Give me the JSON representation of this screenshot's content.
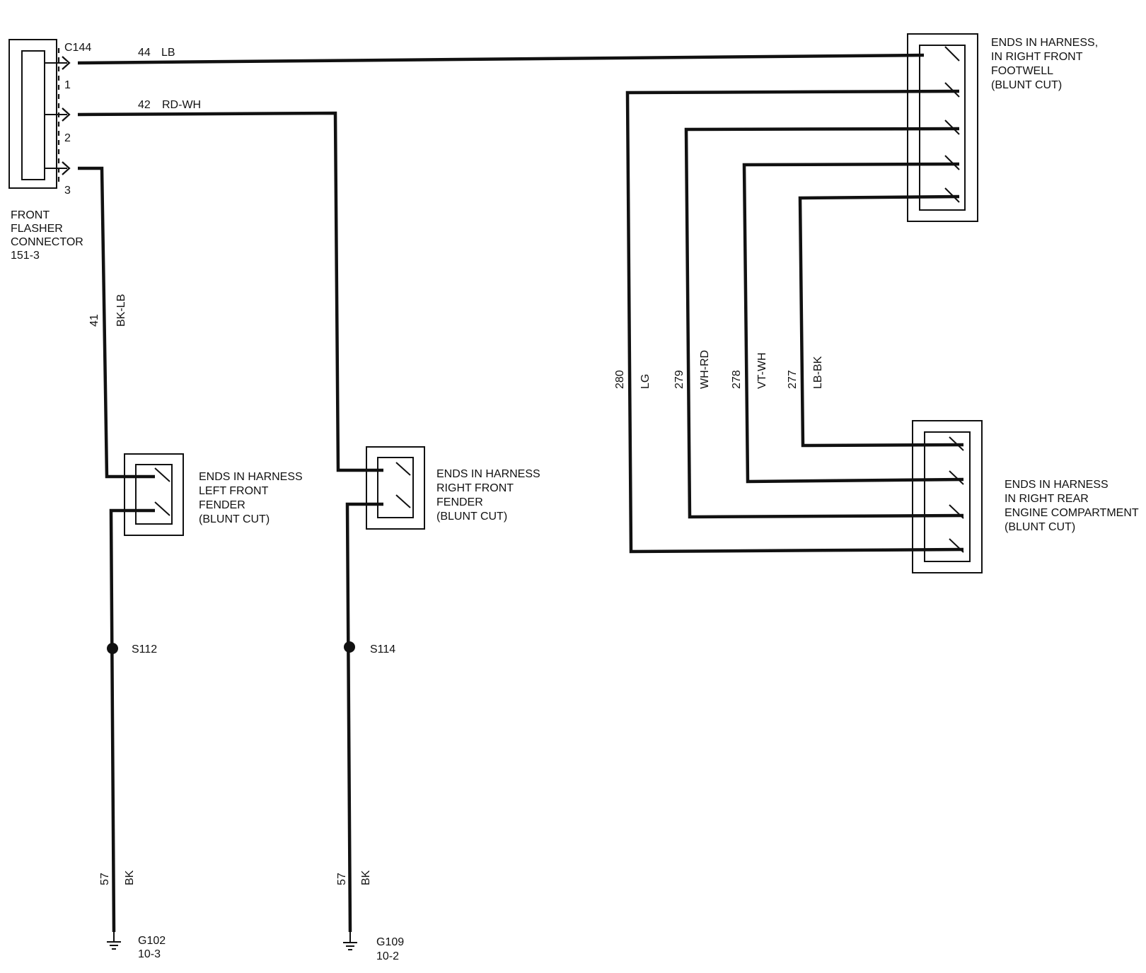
{
  "flasher_connector": {
    "id": "C144",
    "pins": [
      "1",
      "2",
      "3"
    ],
    "label_lines": [
      "FRONT",
      "FLASHER",
      "CONNECTOR",
      "151-3"
    ]
  },
  "wires": {
    "w44": {
      "circuit": "44",
      "color": "LB"
    },
    "w42": {
      "circuit": "42",
      "color": "RD-WH"
    },
    "w41": {
      "circuit": "41",
      "color": "BK-LB"
    },
    "w57a": {
      "circuit": "57",
      "color": "BK"
    },
    "w57b": {
      "circuit": "57",
      "color": "BK"
    },
    "w280": {
      "circuit": "280",
      "color": "LG"
    },
    "w279": {
      "circuit": "279",
      "color": "WH-RD"
    },
    "w278": {
      "circuit": "278",
      "color": "VT-WH"
    },
    "w277": {
      "circuit": "277",
      "color": "LB-BK"
    }
  },
  "harness_ends": {
    "right_front_footwell": [
      "ENDS IN HARNESS,",
      "IN RIGHT FRONT",
      "FOOTWELL",
      "(BLUNT CUT)"
    ],
    "left_front_fender": [
      "ENDS IN HARNESS",
      "LEFT FRONT",
      "FENDER",
      "(BLUNT CUT)"
    ],
    "right_front_fender": [
      "ENDS IN HARNESS",
      "RIGHT FRONT",
      "FENDER",
      "(BLUNT CUT)"
    ],
    "right_rear_engine": [
      "ENDS IN HARNESS",
      "IN RIGHT REAR",
      "ENGINE COMPARTMENT",
      "(BLUNT CUT)"
    ]
  },
  "splices": {
    "s112": "S112",
    "s114": "S114"
  },
  "grounds": {
    "g102": {
      "id": "G102",
      "page": "10-3"
    },
    "g109": {
      "id": "G109",
      "page": "10-2"
    }
  }
}
